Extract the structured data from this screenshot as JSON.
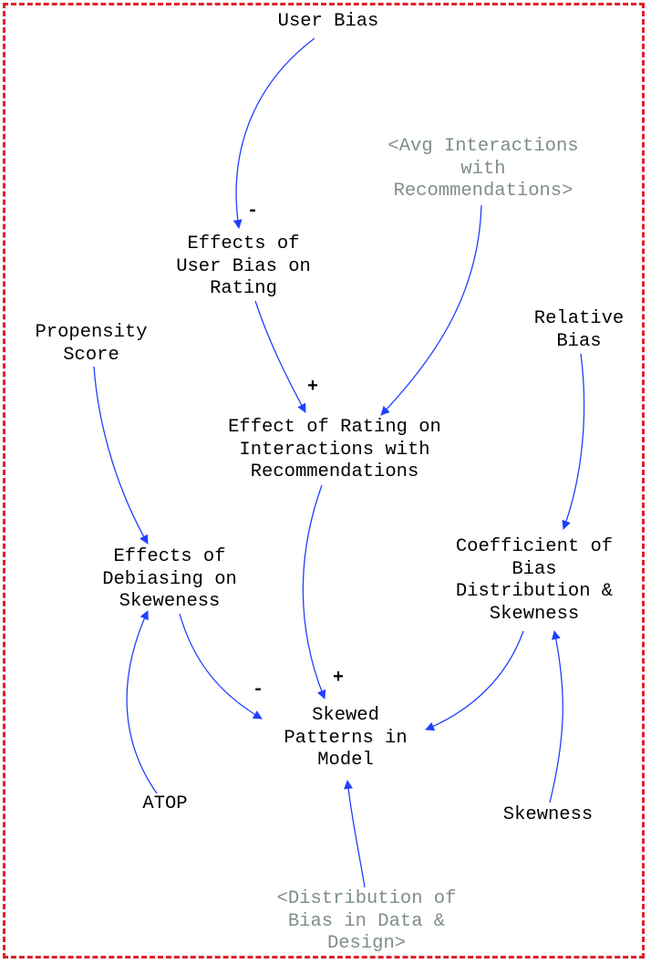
{
  "colors": {
    "frame": "#e0202a",
    "arrow": "#2040ff",
    "text": "#000000",
    "shadow_text": "#7f8c8d"
  },
  "nodes": {
    "user_bias": [
      "User Bias"
    ],
    "avg_interactions": [
      "<Avg Interactions",
      "with",
      "Recommendations>"
    ],
    "effects_user_bias": [
      "Effects of",
      "User Bias on",
      "Rating"
    ],
    "propensity": [
      "Propensity",
      "Score"
    ],
    "relative_bias": [
      "Relative",
      "Bias"
    ],
    "effect_rating": [
      "Effect of Rating on",
      "Interactions with",
      "Recommendations"
    ],
    "effects_debiasing": [
      "Effects of",
      "Debiasing on",
      "Skeweness"
    ],
    "coefficient": [
      "Coefficient of",
      "Bias",
      "Distribution &",
      "Skewness"
    ],
    "skewed_patterns": [
      "Skewed",
      "Patterns in",
      "Model"
    ],
    "atop": [
      "ATOP"
    ],
    "skewness": [
      "Skewness"
    ],
    "distribution_bias": [
      "<Distribution of",
      "Bias in Data &",
      "Design>"
    ]
  },
  "polarities": {
    "user_bias_to_effects": "-",
    "effects_to_rating": "+",
    "debiasing_to_skewed": "-",
    "rating_to_skewed": "+"
  }
}
